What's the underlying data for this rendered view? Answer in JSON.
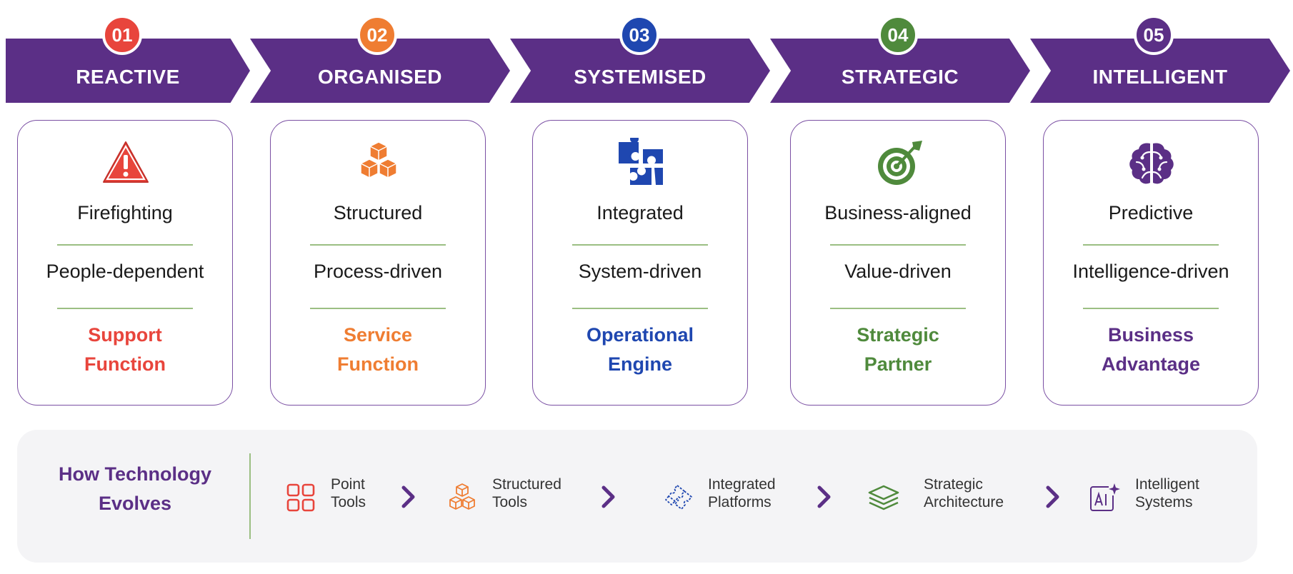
{
  "stages": [
    {
      "number": "01",
      "title": "REACTIVE",
      "line1": "Firefighting",
      "line2": "People-dependent",
      "role": [
        "Support",
        "Function"
      ],
      "color": "#e8453c",
      "icon": "warning-icon"
    },
    {
      "number": "02",
      "title": "ORGANISED",
      "line1": "Structured",
      "line2": "Process-driven",
      "role": [
        "Service",
        "Function"
      ],
      "color": "#ef7d32",
      "icon": "boxes-icon"
    },
    {
      "number": "03",
      "title": "SYSTEMISED",
      "line1": "Integrated",
      "line2": "System-driven",
      "role": [
        "Operational",
        "Engine"
      ],
      "color": "#1f47b0",
      "icon": "puzzle-icon"
    },
    {
      "number": "04",
      "title": "STRATEGIC",
      "line1": "Business-aligned",
      "line2": "Value-driven",
      "role": [
        "Strategic",
        "Partner"
      ],
      "color": "#4f8a3c",
      "icon": "target-icon"
    },
    {
      "number": "05",
      "title": "INTELLIGENT",
      "line1": "Predictive",
      "line2": "Intelligence-driven",
      "role": [
        "Business",
        "Advantage"
      ],
      "color": "#5b2f86",
      "icon": "brain-icon"
    }
  ],
  "banner_color": "#5b2f86",
  "evolution": {
    "title": [
      "How Technology",
      "Evolves"
    ],
    "steps": [
      {
        "label": "Point\nTools",
        "icon": "grid-icon",
        "color": "#e8453c"
      },
      {
        "label": "Structured\nTools",
        "icon": "boxes-outline-icon",
        "color": "#ef7d32"
      },
      {
        "label": "Integrated\nPlatforms",
        "icon": "puzzle-outline-icon",
        "color": "#1f47b0"
      },
      {
        "label": "Strategic\nArchitecture",
        "icon": "layers-icon",
        "color": "#4f8a3c"
      },
      {
        "label": "Intelligent\nSystems",
        "icon": "ai-icon",
        "color": "#5b2f86"
      }
    ]
  }
}
